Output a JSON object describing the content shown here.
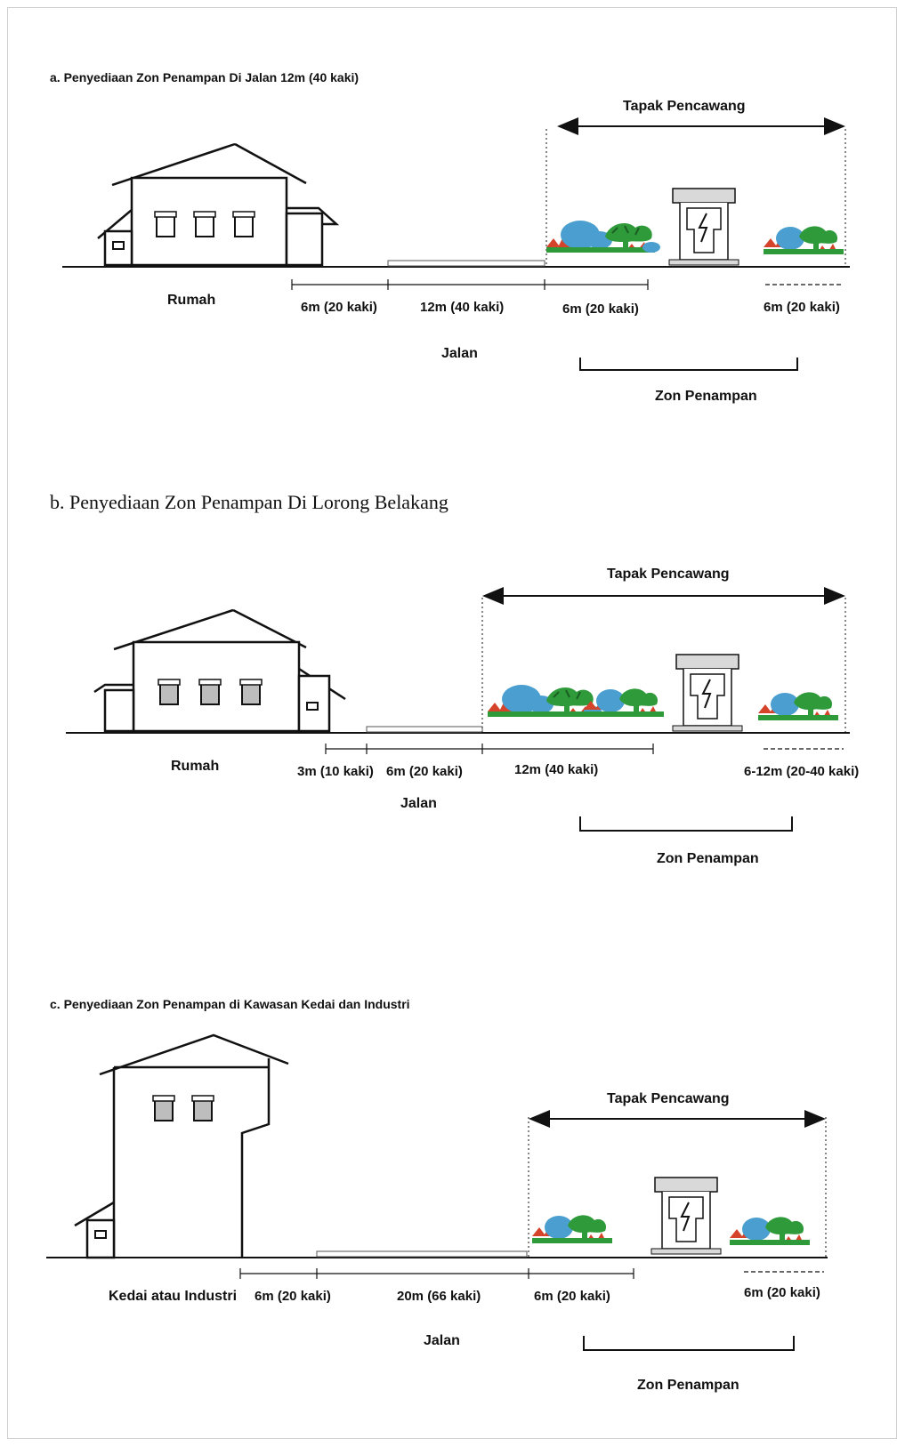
{
  "panels": [
    {
      "id": "a",
      "title": "a.  Penyediaan Zon Penampan Di Jalan 12m (40 kaki)",
      "site_label": "Tapak Pencawang",
      "building_label": "Rumah",
      "road_label": "Jalan",
      "zone_label": "Zon Penampan",
      "dims": [
        "6m (20 kaki)",
        "12m (40 kaki)",
        "6m (20 kaki)",
        "6m (20 kaki)"
      ]
    },
    {
      "id": "b",
      "title": "b. Penyediaan Zon Penampan Di Lorong Belakang",
      "site_label": "Tapak Pencawang",
      "building_label": "Rumah",
      "road_label": "Jalan",
      "zone_label": "Zon Penampan",
      "dims": [
        "3m (10 kaki)",
        "6m (20 kaki)",
        "12m (40 kaki)",
        "6-12m (20-40 kaki)"
      ]
    },
    {
      "id": "c",
      "title": "c. Penyediaan Zon Penampan di Kawasan Kedai dan Industri",
      "site_label": "Tapak Pencawang",
      "building_label": "Kedai atau Industri",
      "road_label": "Jalan",
      "zone_label": "Zon Penampan",
      "dims": [
        "6m (20 kaki)",
        "20m (66 kaki)",
        "6m (20 kaki)",
        "6m (20 kaki)"
      ]
    }
  ],
  "colors": {
    "line": "#111111",
    "tree_green": "#2f9a3a",
    "bush_blue": "#4a9fd0",
    "flower_red": "#d4432a",
    "substation_fill": "#d9d9d9"
  }
}
